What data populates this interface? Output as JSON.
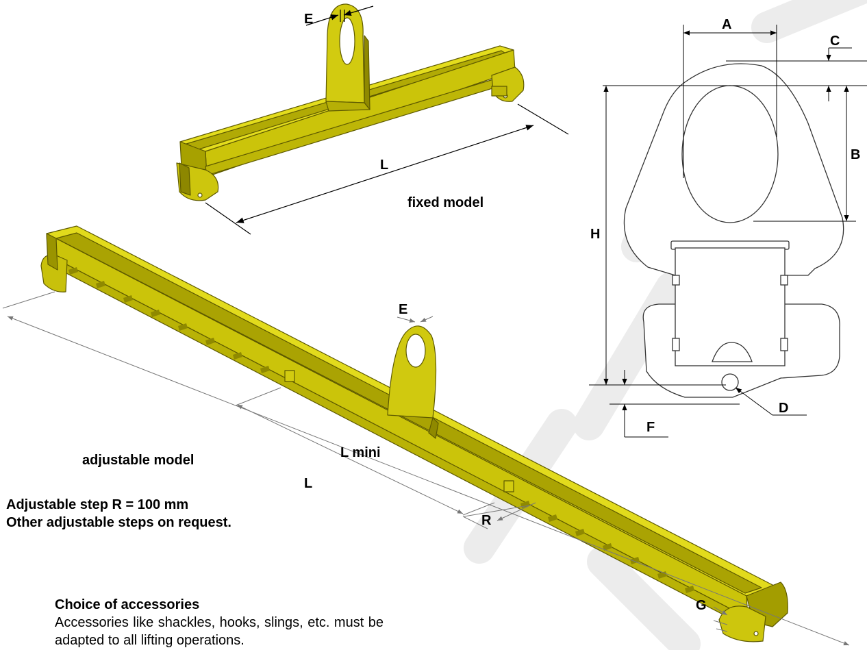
{
  "colors": {
    "beam_fill": "#d7d000",
    "beam_dark": "#8f8a00",
    "beam_light": "#eeea55",
    "watermark": "#e9e9e9",
    "outline": "#333333"
  },
  "fixed_model": {
    "caption": "fixed model",
    "dim_E": "E",
    "dim_L": "L"
  },
  "adjustable_model": {
    "caption": "adjustable model",
    "dim_E": "E",
    "dim_L": "L",
    "dim_L_mini": "L mini",
    "dim_R": "R",
    "dim_G": "G"
  },
  "side_view": {
    "dim_A": "A",
    "dim_B": "B",
    "dim_C": "C",
    "dim_D": "D",
    "dim_F": "F",
    "dim_H": "H"
  },
  "notes": {
    "step_line1": "Adjustable step R = 100 mm",
    "step_line2": "Other adjustable steps on request."
  },
  "accessories": {
    "title": "Choice of accessories",
    "text": "Accessories like shackles, hooks, slings, etc. must be",
    "text2": "adapted to all lifting operations."
  }
}
